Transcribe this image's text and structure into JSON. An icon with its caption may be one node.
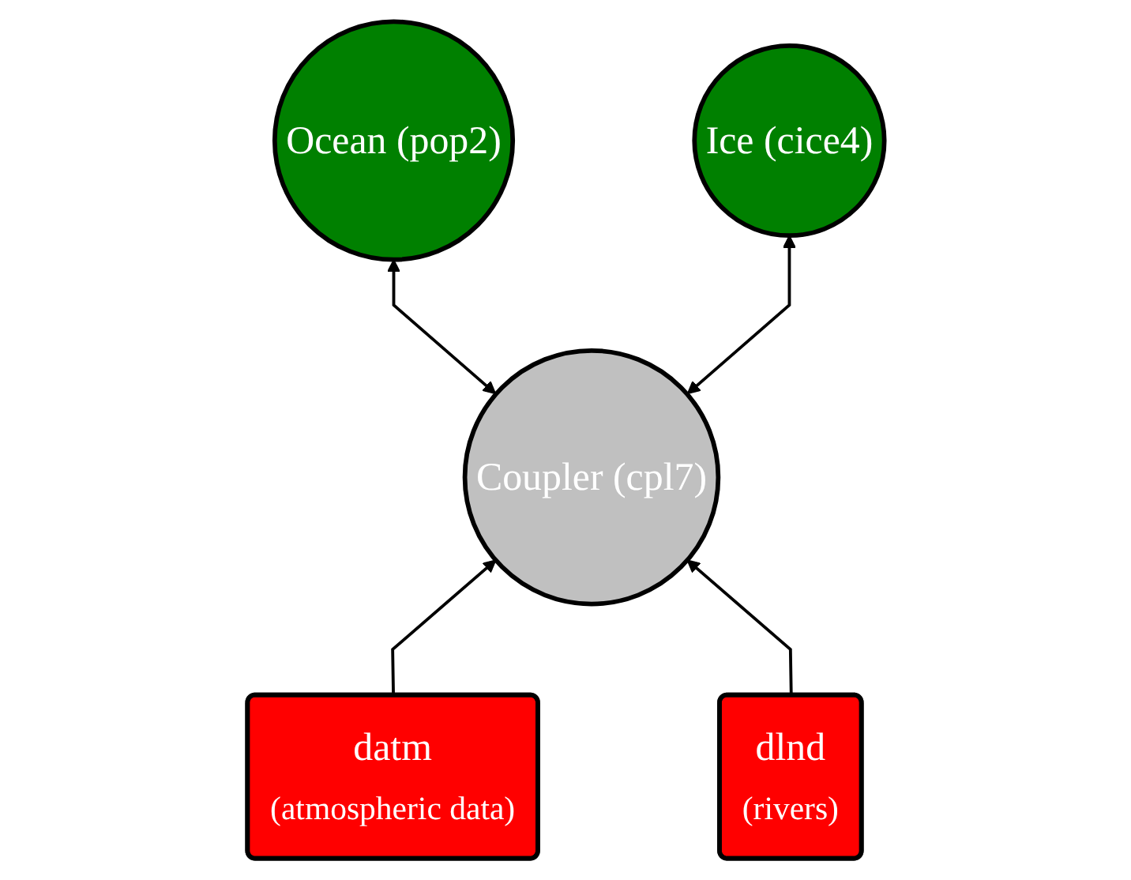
{
  "diagram": {
    "nodes": [
      {
        "text": [
          "Ocean (pop2)"
        ]
      },
      {
        "text": [
          "Ice (cice4)"
        ]
      },
      {
        "text": [
          "Coupler (cpl7)"
        ]
      },
      {
        "text": [
          "datm",
          "(atmospheric data)"
        ]
      },
      {
        "text": [
          "dlnd",
          "(rivers)"
        ]
      }
    ],
    "edges": [
      {
        "from": 0,
        "to": 2,
        "arrow": "both"
      },
      {
        "from": 1,
        "to": 2,
        "arrow": "both"
      },
      {
        "from": 3,
        "to": 2,
        "arrow": "to"
      },
      {
        "from": 4,
        "to": 2,
        "arrow": "to"
      }
    ]
  }
}
